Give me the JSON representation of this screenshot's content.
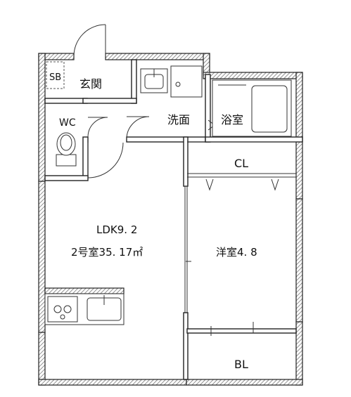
{
  "rooms": {
    "sb": "SB",
    "genkan": "玄関",
    "wc": "WC",
    "senmen": "洗面",
    "yokushitsu": "浴室",
    "cl": "CL",
    "ldk": "LDK9. 2",
    "unit": "2号室35. 17㎡",
    "youshitsu": "洋室4. 8",
    "bl": "BL"
  },
  "colors": {
    "wall": "#222222",
    "hatch": "#777777",
    "background": "#ffffff"
  }
}
